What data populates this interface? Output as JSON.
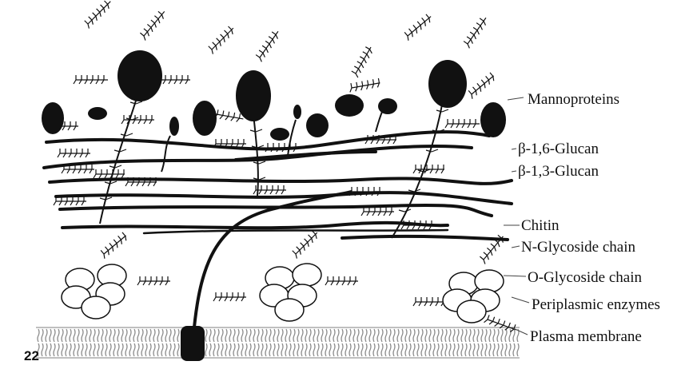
{
  "figure_number": "22",
  "labels": {
    "mannoproteins": "Mannoproteins",
    "beta16_glucan": "β-1,6-Glucan",
    "beta13_glucan": "β-1,3-Glucan",
    "chitin": "Chitin",
    "n_glycoside": "N-Glycoside chain",
    "o_glycoside": "O-Glycoside chain",
    "periplasmic": "Periplasmic enzymes",
    "plasma_membrane": "Plasma membrane"
  },
  "colors": {
    "ink": "#111111",
    "membrane": "#8a8a8a",
    "background": "#ffffff"
  }
}
